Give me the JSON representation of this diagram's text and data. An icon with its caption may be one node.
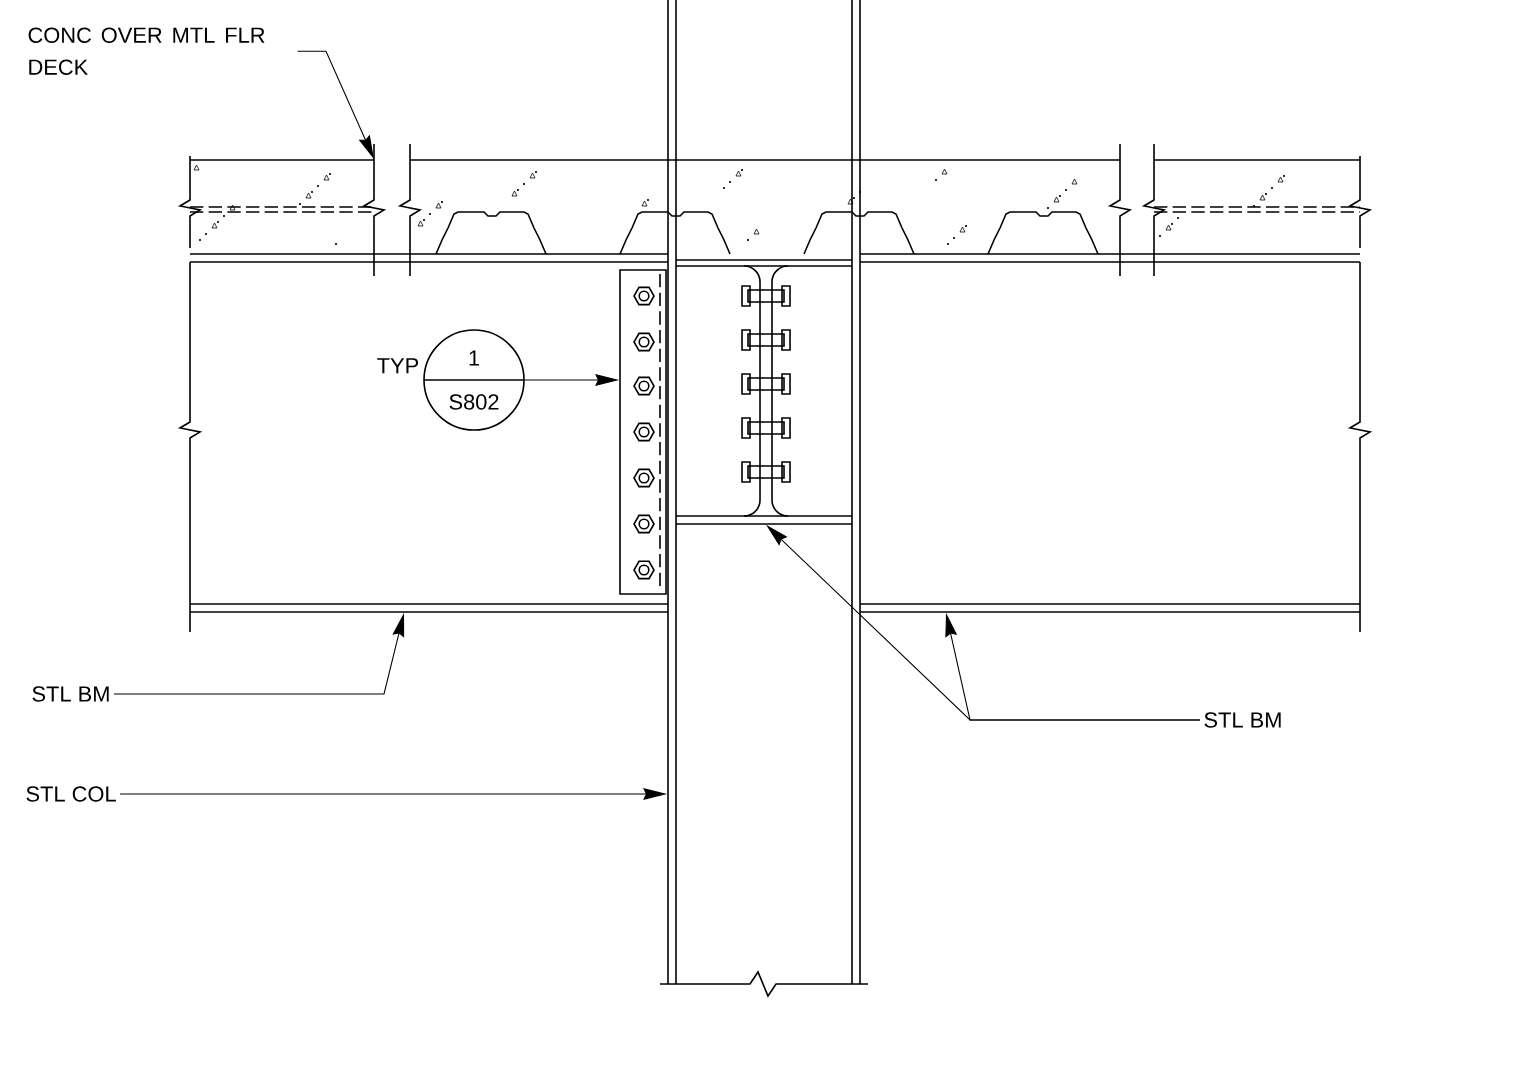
{
  "diagram": {
    "nodes": [
      {
        "text": [
          "CONC OVER MTL FLR DECK"
        ]
      },
      {
        "text": [],
        "shape": "box"
      },
      {
        "text": [
          "1",
          "S802"
        ],
        "beside": [
          "TYP"
        ],
        "in": 5
      },
      {
        "text": [],
        "shape": "box",
        "in": 5
      },
      {
        "text": [
          "STL BM"
        ]
      },
      {
        "text": [],
        "shape": "box"
      },
      {
        "text": [
          "STL COL"
        ]
      },
      {
        "text": [],
        "shape": "box"
      },
      {
        "text": [
          "STL BM"
        ]
      },
      {
        "text": [],
        "shape": "box",
        "in": 7
      },
      {
        "text": [],
        "shape": "box"
      }
    ],
    "edges": [
      {
        "from": 0,
        "to": 1,
        "arrow": "to"
      },
      {
        "from": 2,
        "to": 3,
        "arrow": "to"
      },
      {
        "from": 4,
        "to": 5,
        "arrow": "to"
      },
      {
        "from": 6,
        "to": 7,
        "arrow": "to"
      },
      {
        "from": 8,
        "to": 9,
        "arrow": "to"
      },
      {
        "from": 8,
        "to": 10,
        "arrow": "to"
      }
    ]
  }
}
